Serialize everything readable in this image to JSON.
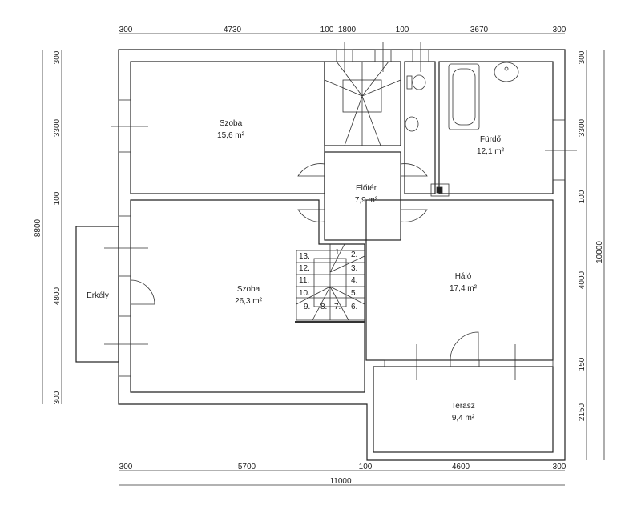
{
  "rooms": {
    "szoba1": {
      "name": "Szoba",
      "area": "15,6 m²"
    },
    "furdo": {
      "name": "Fürdő",
      "area": "12,1 m²"
    },
    "eloter": {
      "name": "Előtér",
      "area": "7,9 m²"
    },
    "szoba2": {
      "name": "Szoba",
      "area": "26,3 m²"
    },
    "halo": {
      "name": "Háló",
      "area": "17,4 m²"
    },
    "terasz": {
      "name": "Terasz",
      "area": "9,4 m²"
    },
    "erkely": {
      "name": "Erkély"
    }
  },
  "stairs": [
    "1.",
    "2.",
    "3.",
    "4.",
    "5.",
    "6.",
    "7.",
    "8.",
    "9.",
    "10.",
    "11.",
    "12.",
    "13."
  ],
  "dims": {
    "top": [
      "300",
      "4730",
      "100",
      "1800",
      "100",
      "3670",
      "300"
    ],
    "bottom": [
      "300",
      "5700",
      "100",
      "4600",
      "300"
    ],
    "bottom_total": "11000",
    "left": [
      "300",
      "3300",
      "100",
      "4800",
      "300"
    ],
    "left_total": "8800",
    "right": [
      "300",
      "3300",
      "100",
      "4000",
      "150",
      "2150"
    ],
    "right_total": "10000"
  }
}
